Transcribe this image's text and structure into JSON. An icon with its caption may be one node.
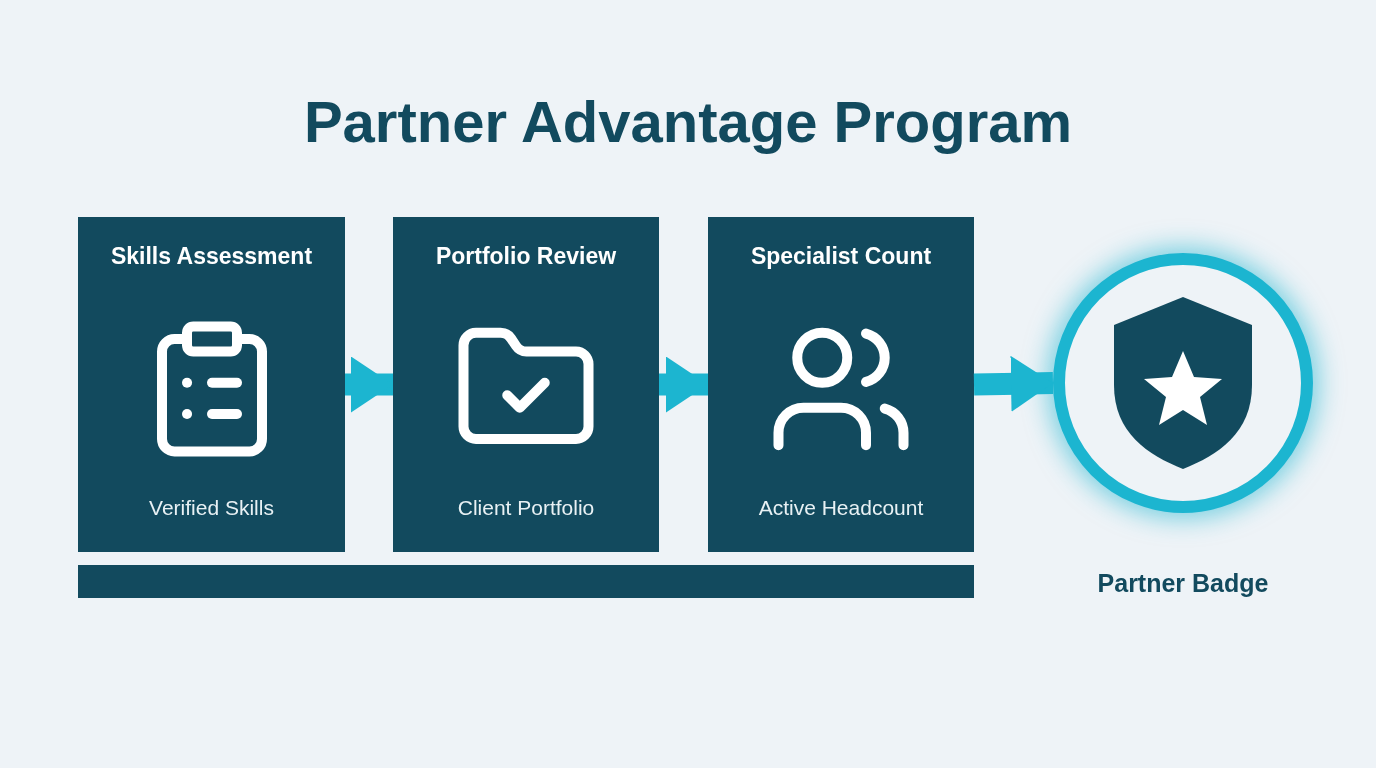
{
  "diagram": {
    "title": "Partner Advantage Program",
    "nodes": [
      {
        "text": [
          "Skills Assessment",
          "Verified Skills"
        ]
      },
      {
        "text": [
          "Portfolio Review",
          "Client Portfolio"
        ]
      },
      {
        "text": [
          "Specialist Count",
          "Active Headcount"
        ]
      },
      {
        "text": [],
        "shape": "circle",
        "beside": [
          "Partner Badge"
        ]
      },
      {
        "text": [],
        "shape": "bar"
      }
    ],
    "edges": [
      {
        "from": 0,
        "to": 1,
        "arrow": "to"
      },
      {
        "from": 1,
        "to": 2,
        "arrow": "to"
      },
      {
        "from": 2,
        "to": 3,
        "arrow": "to"
      }
    ]
  }
}
